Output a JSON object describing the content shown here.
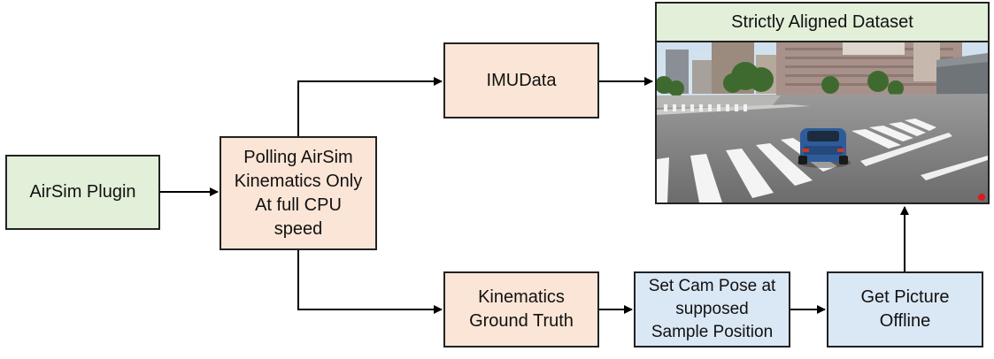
{
  "nodes": {
    "airsim_plugin": "AirSim Plugin",
    "polling": "Polling AirSim\nKinematics Only\nAt full CPU\nspeed",
    "imudata": "IMUData",
    "kinematics_gt": "Kinematics\nGround Truth",
    "set_cam_pose": "Set Cam Pose at\nsupposed\nSample Position",
    "get_picture": "Get Picture\nOffline",
    "dataset_title": "Strictly Aligned Dataset"
  },
  "colors": {
    "green_fill": "#e2efd9",
    "peach_fill": "#fbe5d6",
    "blue_fill": "#dae7f4",
    "stroke": "#222222"
  }
}
